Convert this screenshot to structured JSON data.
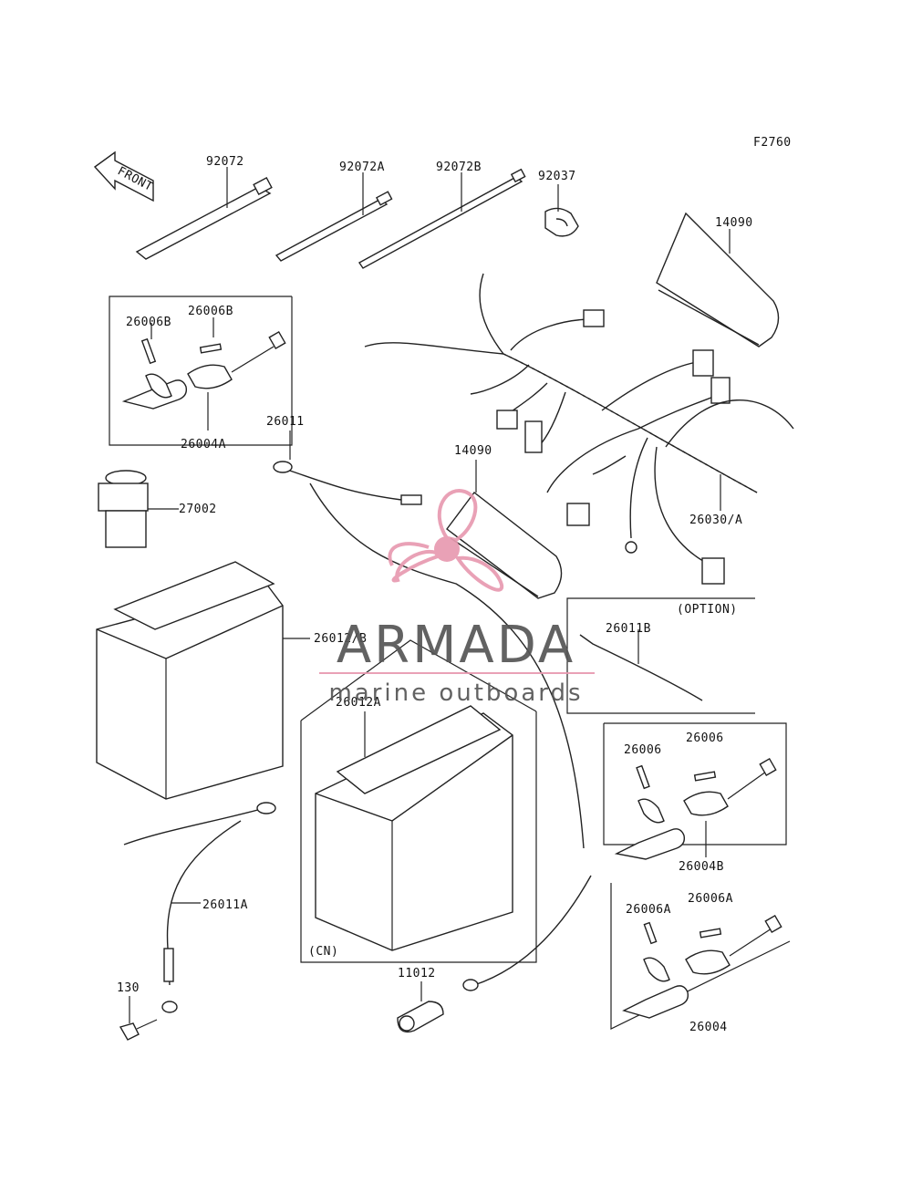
{
  "figure_code": "F2760",
  "front_label": "FRONT",
  "option_label": "(OPTION)",
  "cn_label": "(CN)",
  "watermark": {
    "brand": "ARMADA",
    "tagline": "marine outboards",
    "accent": "#e89ab0",
    "text_color": "#555555"
  },
  "parts": [
    {
      "id": "92072",
      "label": "92072"
    },
    {
      "id": "92072A",
      "label": "92072A"
    },
    {
      "id": "92072B",
      "label": "92072B"
    },
    {
      "id": "92037",
      "label": "92037"
    },
    {
      "id": "14090-top",
      "label": "14090"
    },
    {
      "id": "26006B-1",
      "label": "26006B"
    },
    {
      "id": "26006B-2",
      "label": "26006B"
    },
    {
      "id": "26004A",
      "label": "26004A"
    },
    {
      "id": "26011",
      "label": "26011"
    },
    {
      "id": "14090-mid",
      "label": "14090"
    },
    {
      "id": "27002",
      "label": "27002"
    },
    {
      "id": "26030A",
      "label": "26030/A"
    },
    {
      "id": "26011B",
      "label": "26011B"
    },
    {
      "id": "26012B",
      "label": "26012/B"
    },
    {
      "id": "26012A",
      "label": "26012A"
    },
    {
      "id": "26006-1",
      "label": "26006"
    },
    {
      "id": "26006-2",
      "label": "26006"
    },
    {
      "id": "26004B",
      "label": "26004B"
    },
    {
      "id": "26011A",
      "label": "26011A"
    },
    {
      "id": "26006A-1",
      "label": "26006A"
    },
    {
      "id": "26006A-2",
      "label": "26006A"
    },
    {
      "id": "130",
      "label": "130"
    },
    {
      "id": "11012",
      "label": "11012"
    },
    {
      "id": "26004",
      "label": "26004"
    }
  ]
}
